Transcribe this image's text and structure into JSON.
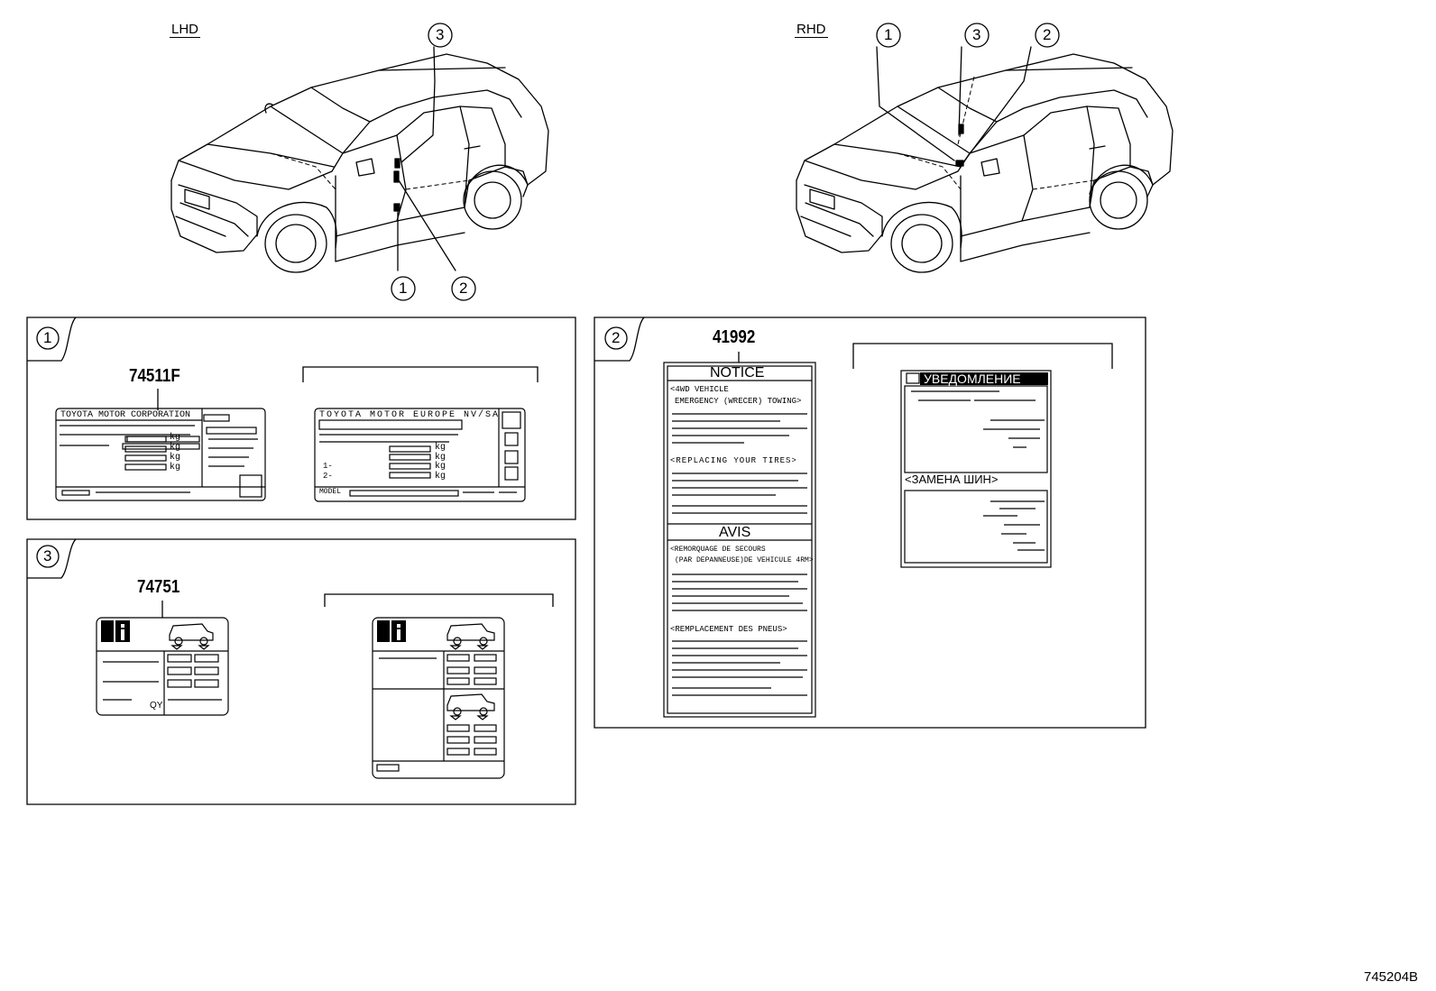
{
  "headers": {
    "lhd": "LHD",
    "rhd": "RHD"
  },
  "callouts": {
    "c1": "1",
    "c2": "2",
    "c3": "3"
  },
  "panels": {
    "p1": {
      "part_no": "74511F",
      "label_a": {
        "company": "TOYOTA MOTOR CORPORATION",
        "unit": "kg"
      },
      "label_b": {
        "company": "TOYOTA MOTOR EUROPE NV/SA",
        "unit": "kg",
        "model": "MODEL",
        "row1": "1-",
        "row2": "2-"
      }
    },
    "p2": {
      "part_no": "41992",
      "notice": {
        "title": "NOTICE",
        "line1": "<4WD VEHICLE",
        "line2": "EMERGENCY (WRECER) TOWING>",
        "section2": "<REPLACING YOUR TIRES>"
      },
      "avis": {
        "title": "AVIS",
        "line1": "<REMORQUAGE DE SECOURS",
        "line2": "(PAR DEPANNEUSE)DE VEHICULE 4RM>",
        "section2": "<REMPLACEMENT DES PNEUS>"
      },
      "russian": {
        "title": "УВЕДОМЛЕНИЕ",
        "section2": "<ЗАМЕНА ШИН>"
      }
    },
    "p3": {
      "part_no": "74751",
      "qty": "QY"
    }
  },
  "footer": {
    "diagram_id": "745204B"
  }
}
